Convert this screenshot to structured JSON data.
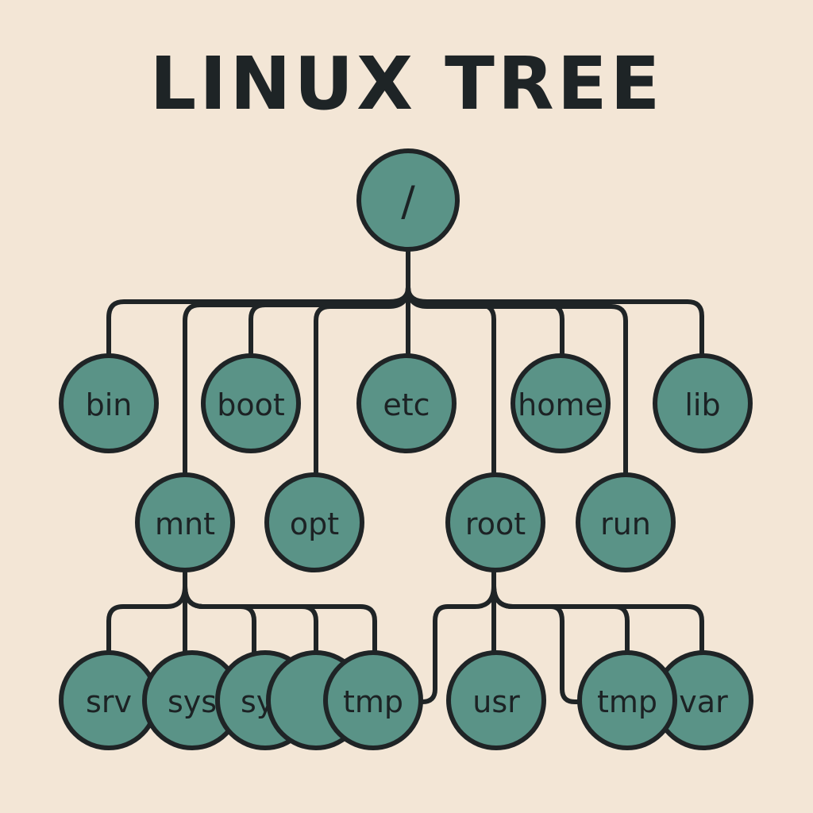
{
  "title": "LINUX TREE",
  "colors": {
    "background": "#f3e6d6",
    "node_fill": "#5a9387",
    "stroke": "#1f2426",
    "text": "#1c2224"
  },
  "root": {
    "label": "/"
  },
  "level1": {
    "bin": {
      "label": "bin"
    },
    "boot": {
      "label": "boot"
    },
    "etc": {
      "label": "etc"
    },
    "home": {
      "label": "home"
    },
    "lib": {
      "label": "lib"
    }
  },
  "level2": {
    "mnt": {
      "label": "mnt"
    },
    "opt": {
      "label": "opt"
    },
    "root": {
      "label": "root"
    },
    "run": {
      "label": "run"
    }
  },
  "level3": {
    "srv": {
      "label": "srv"
    },
    "sys1": {
      "label": "sys"
    },
    "sys2": {
      "label": "sys"
    },
    "blank": {
      "label": ""
    },
    "tmp1": {
      "label": "tmp"
    },
    "usr": {
      "label": "usr"
    },
    "tmp2": {
      "label": "tmp"
    },
    "var": {
      "label": "var"
    }
  }
}
